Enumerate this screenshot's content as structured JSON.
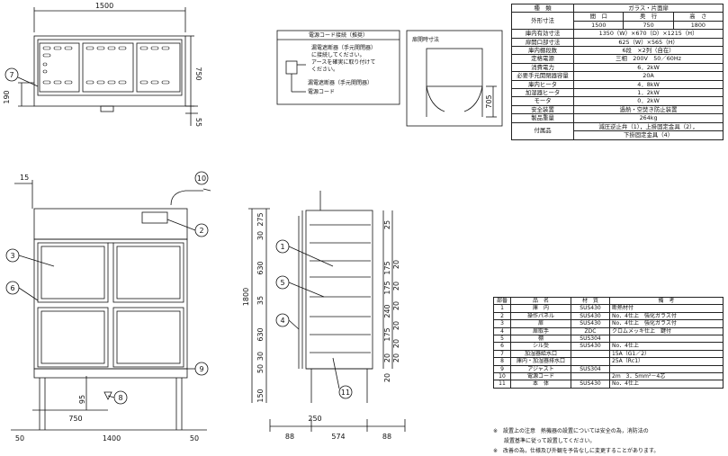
{
  "top_view": {
    "dims": {
      "width": "1500",
      "depth": "750",
      "height_offset": "190",
      "bottom": "55"
    },
    "callout": "7"
  },
  "cord_box": {
    "title": "電源コード接続（推奨）",
    "breaker_note": [
      "漏電遮断器（手元開閉器）",
      "に接続してください。",
      "アースを確実に取り付けて",
      "ください。"
    ],
    "breaker_label": "漏電遮断器（手元開閉器）",
    "cord_label": "電源コード"
  },
  "door_box": {
    "title": "扉開時寸法",
    "dim": "705"
  },
  "spec": {
    "rows": [
      {
        "label": "種　類",
        "value": "ガラス・片面扉"
      },
      {
        "label": "外形寸法",
        "cols": [
          "間　口",
          "奥　行",
          "高　さ"
        ],
        "vals": [
          "1500",
          "750",
          "1800"
        ]
      },
      {
        "label": "庫内有効寸法",
        "value": "1350（W）×670（D）×1215（H）"
      },
      {
        "label": "扉開口部寸法",
        "value": "625（W）×565（H）"
      },
      {
        "label": "庫内棚段数",
        "value": "6段　×2列（自在）"
      },
      {
        "label": "定格電源",
        "value": "三相　200V　50／60Hz"
      },
      {
        "label": "消費電力",
        "value": "6．2kW"
      },
      {
        "label": "必要手元開閉器容量",
        "value": "20A"
      },
      {
        "label": "庫内ヒータ",
        "value": "4．8kW"
      },
      {
        "label": "加湿器ヒータ",
        "value": "1．2kW"
      },
      {
        "label": "モータ",
        "value": "0．2kW"
      },
      {
        "label": "安全装置",
        "value": "過熱・空焚き防止装置"
      },
      {
        "label": "製品重量",
        "value": "264kg"
      },
      {
        "label": "付属品",
        "value": [
          "減圧逆止弁（1），上掛固定金具（2），",
          "下掛固定金具（4）"
        ]
      }
    ]
  },
  "front_view": {
    "dims": {
      "left_top": "15",
      "width_a": "750",
      "width_b": "1400",
      "side_l": "50",
      "side_r": "50",
      "bottom": "95"
    },
    "callouts": [
      "10",
      "2",
      "3",
      "6",
      "9",
      "8"
    ]
  },
  "side_view": {
    "left_dims": [
      "275",
      "30",
      "630",
      "35",
      "630",
      "30",
      "50",
      "150",
      "1800"
    ],
    "right_dims": [
      "25",
      "175",
      "20",
      "20",
      "175",
      "20",
      "240",
      "20",
      "20",
      "175",
      "20",
      "20",
      "20"
    ],
    "bottom_dims": {
      "a": "88",
      "b": "574",
      "c": "88",
      "off": "250"
    },
    "callouts": [
      "1",
      "5",
      "4",
      "11"
    ]
  },
  "parts": {
    "headers": [
      "部番",
      "品　名",
      "材　質",
      "備　考"
    ],
    "rows": [
      [
        "1",
        "庫　内",
        "SUS430",
        "断熱材付"
      ],
      [
        "2",
        "操作パネル",
        "SUS430",
        "No．4仕上　強化ガラス付"
      ],
      [
        "3",
        "扉",
        "SUS430",
        "No．4仕上　強化ガラス付"
      ],
      [
        "4",
        "扉取手",
        "ZDC",
        "クロムメッキ仕上　鍵付"
      ],
      [
        "5",
        "棚",
        "SUS304",
        ""
      ],
      [
        "6",
        "シル受",
        "SUS430",
        "No．4仕上"
      ],
      [
        "7",
        "加湿器給水口",
        "",
        "15A（G1／2）"
      ],
      [
        "8",
        "庫内・加湿器排水口",
        "",
        "25A（Rc1）"
      ],
      [
        "9",
        "アジャスト",
        "SUS304",
        ""
      ],
      [
        "10",
        "電源コード",
        "",
        "2m　3．5mm²－4芯"
      ],
      [
        "11",
        "本　体",
        "SUS430",
        "No．4仕上"
      ]
    ]
  },
  "notes": [
    "※　設置上の注意　熱機器の設置については安全の為，消防法の",
    "　　設置基準に従って設置してください。",
    "※　改善の為，仕様及び外観を予告なしに変更することがあります。"
  ]
}
